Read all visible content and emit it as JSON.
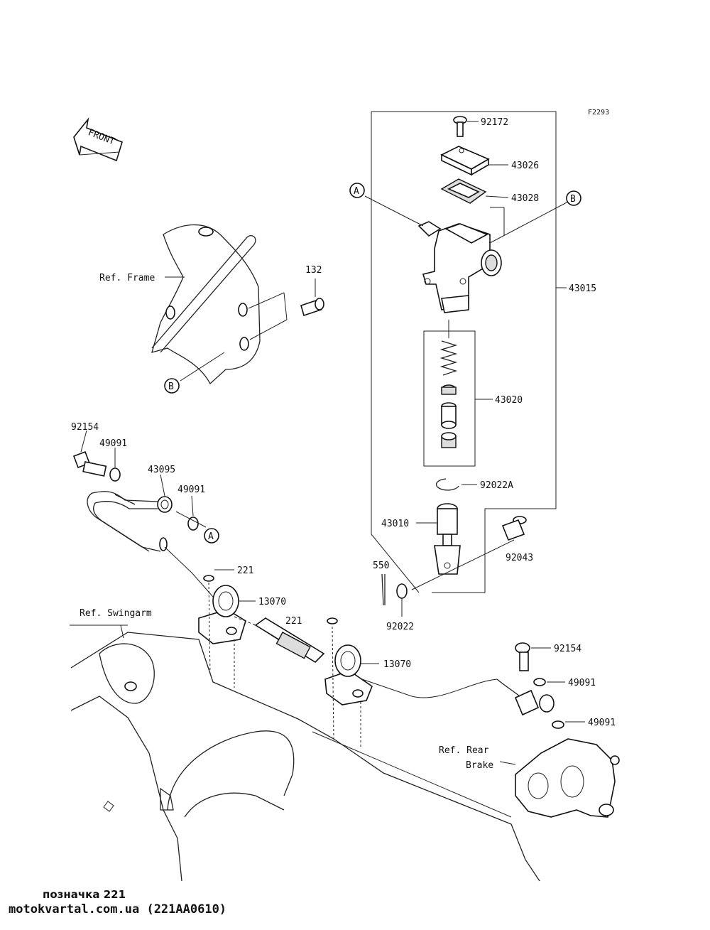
{
  "diagram_code": "F2293",
  "front_arrow_text": "FRONT",
  "labels": {
    "p92172": "92172",
    "p43026": "43026",
    "p43028": "43028",
    "p43015": "43015",
    "p43020": "43020",
    "p92022A": "92022A",
    "p43010": "43010",
    "p92043": "92043",
    "p550": "550",
    "p92022": "92022",
    "p132": "132",
    "ref_frame": "Ref. Frame",
    "p92154_top": "92154",
    "p49091_a": "49091",
    "p43095": "43095",
    "p49091_b": "49091",
    "p221_a": "221",
    "p13070_a": "13070",
    "p221_b": "221",
    "p13070_b": "13070",
    "ref_swingarm": "Ref. Swingarm",
    "p92154_bottom": "92154",
    "p49091_c": "49091",
    "p49091_d": "49091",
    "ref_rear_brake_1": "Ref. Rear",
    "ref_rear_brake_2": "Brake",
    "callout_a_1": "A",
    "callout_b_1": "B",
    "callout_b_2": "B",
    "callout_a_2": "A"
  },
  "footer": {
    "line1": "позначка 221",
    "line2": "motokvartal.com.ua (221AA0610)"
  }
}
